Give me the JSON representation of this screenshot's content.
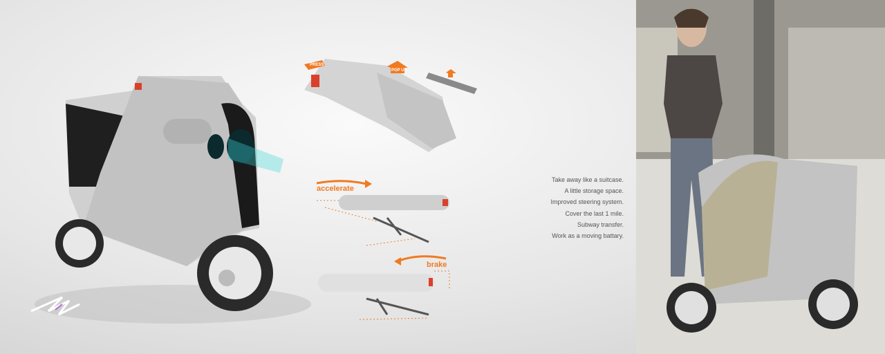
{
  "features": [
    "Take away like a suitcase.",
    "A little storage space.",
    "Improved steering system.",
    "Cover the last 1 mile.",
    "Subway transfer.",
    "Work as a moving battary."
  ],
  "annotations": {
    "press": "PRESS",
    "pop_up": "POP UP",
    "accelerate": "accelerate",
    "brake": "brake"
  },
  "signature": "ZX",
  "colors": {
    "accent": "#f07a22",
    "display": "#3fd6d6",
    "body": "#c8c8c8",
    "dark": "#222222"
  }
}
